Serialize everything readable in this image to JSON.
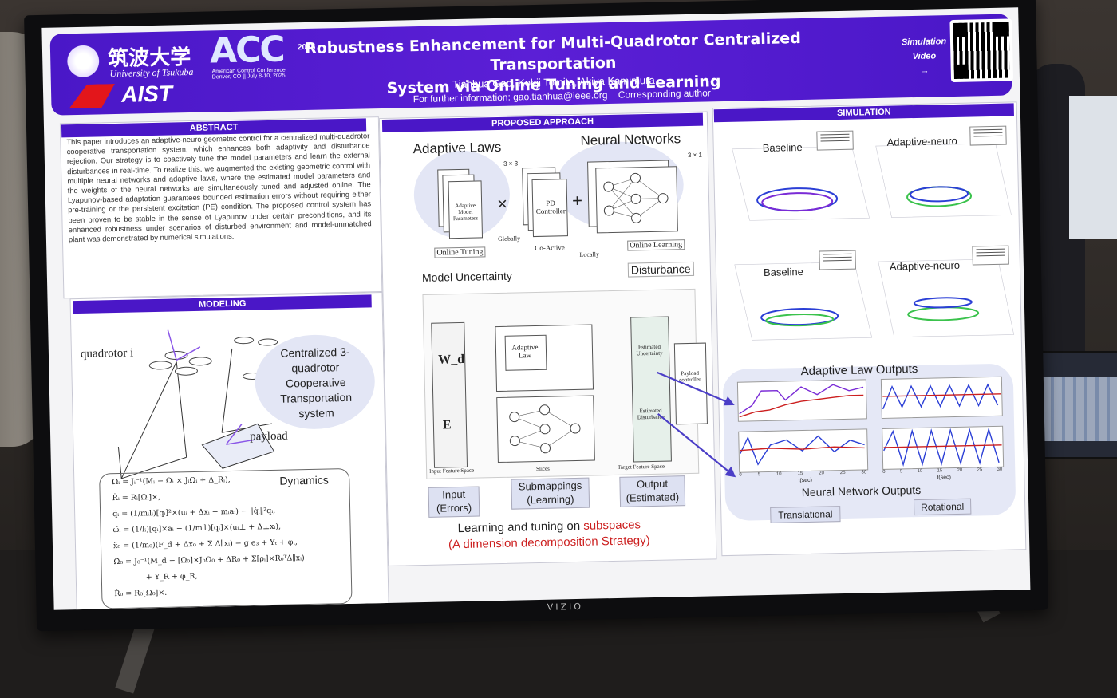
{
  "banner": {
    "university_jp": "筑波大学",
    "university_en": "University of Tsukuba",
    "conference_logo": "ACC",
    "conference_year": "2025",
    "conference_name": "American Control Conference",
    "conference_place": "Denver, CO || July 8-10, 2025",
    "aist_logo": "AIST",
    "title_line1": "Robustness Enhancement for Multi-Quadrotor Centralized Transportation",
    "title_line2": "System via Online Tuning and Learning",
    "authors": "Tianhua Gao, Kohji Tomita, Akiya Kamimura",
    "contact": "For further information: gao.tianhua@ieee.org",
    "corresponding": "Corresponding author",
    "simulation_video_1": "Simulation",
    "simulation_video_2": "Video",
    "arrow": "→"
  },
  "abstract": {
    "heading": "ABSTRACT",
    "text": "This paper introduces an adaptive-neuro geometric control for a centralized multi-quadrotor cooperative transportation system, which enhances both adaptivity and disturbance rejection. Our strategy is to coactively tune the model parameters and learn the external disturbances in real-time. To realize this, we augmented the existing geometric control with multiple neural networks and adaptive laws, where the estimated model parameters and the weights of the neural networks are simultaneously tuned and adjusted online. The Lyapunov-based adaptation guarantees bounded estimation errors without requiring either pre-training or the persistent excitation (PE) condition. The proposed control system has been proven to be stable in the sense of Lyapunov under certain preconditions, and its enhanced robustness under scenarios of disturbed environment and model-unmatched plant was demonstrated by numerical simulations."
  },
  "modeling": {
    "heading": "MODELING",
    "quadrotor_label": "quadrotor i",
    "payload_label": "payload",
    "centralized_label": "Centralized 3-quadrotor Cooperative Transportation system",
    "dynamics_label": "Dynamics",
    "equations": [
      "Ω̇ᵢ = Jᵢ⁻¹(Mᵢ − Ωᵢ × JᵢΩᵢ + Δ_Rᵢ),",
      "Ṙᵢ = Rᵢ[Ωᵢ]×,",
      "q̈ᵢ = (1/mᵢlᵢ)[qᵢ]²×(uᵢ + Δxᵢ − mᵢaᵢ) − ‖q̇ᵢ‖²qᵢ,",
      "ω̇ᵢ = (1/lᵢ)[qᵢ]×aᵢ − (1/mᵢlᵢ)[qᵢ]×(uᵢ⊥ + Δ⊥xᵢ),",
      "ẍ₀ = (1/m₀)(F_d + Δx₀ + Σ Δ∥xᵢ) − g e₃ + Yₜ + φₜ,",
      "Ω̇₀ = J₀⁻¹(M_d − [Ω₀]×J₀Ω₀ + ΔR₀ + Σ[ρᵢ]×R₀ᵀΔ∥xᵢ)",
      "+ Y_R + φ_R,",
      "Ṙ₀ = R₀[Ω₀]×."
    ]
  },
  "approach": {
    "heading": "PROPOSED APPROACH",
    "adaptive_laws": "Adaptive Laws",
    "neural_networks": "Neural Networks",
    "adaptive_model_params": "Adaptive Model Parameters",
    "pd_controller": "PD Controller",
    "dim_3x3": "3 × 3",
    "dim_3x1": "3 × 1",
    "online_tuning": "Online Tuning",
    "online_learning": "Online Learning",
    "co_active": "Co-Active",
    "globally": "Globally",
    "locally": "Locally",
    "model_uncertainty": "Model Uncertainty",
    "disturbance": "Disturbance",
    "adaptive_law_box": "Adaptive Law",
    "estimated_uncertainty": "Estimated Uncertainty",
    "estimated_disturbance": "Estimated Disturbance",
    "payload_controller": "Payload controller",
    "wd": "W_d",
    "e": "E",
    "input_feature_space": "Input Feature Space",
    "slices": "Slices",
    "target_feature_space": "Target Feature Space",
    "input_box": "Input (Errors)",
    "submappings_box": "Submappings (Learning)",
    "output_box": "Output (Estimated)",
    "learning_line1_a": "Learning and tuning on ",
    "learning_line1_b": "subspaces",
    "learning_line2": "(A dimension decomposition Strategy)"
  },
  "simulation": {
    "heading": "SIMULATION",
    "baseline_1": "Baseline",
    "adaptive_neuro_1": "Adaptive-neuro",
    "baseline_2": "Baseline",
    "adaptive_neuro_2": "Adaptive-neuro",
    "adaptive_law_outputs": "Adaptive Law Outputs",
    "neural_network_outputs": "Neural Network Outputs",
    "translational": "Translational",
    "rotational": "Rotational",
    "time_axis": "t(sec)",
    "tick_labels": [
      "0",
      "5",
      "10",
      "15",
      "20",
      "25",
      "30"
    ]
  },
  "colors": {
    "banner": "#4a17c7",
    "section_header": "#4a17c7",
    "accent_red": "#cc1f1f",
    "trajectory_blue": "#2b3fd6",
    "trajectory_green": "#3ac24c",
    "trajectory_purple": "#7a2bd6"
  }
}
